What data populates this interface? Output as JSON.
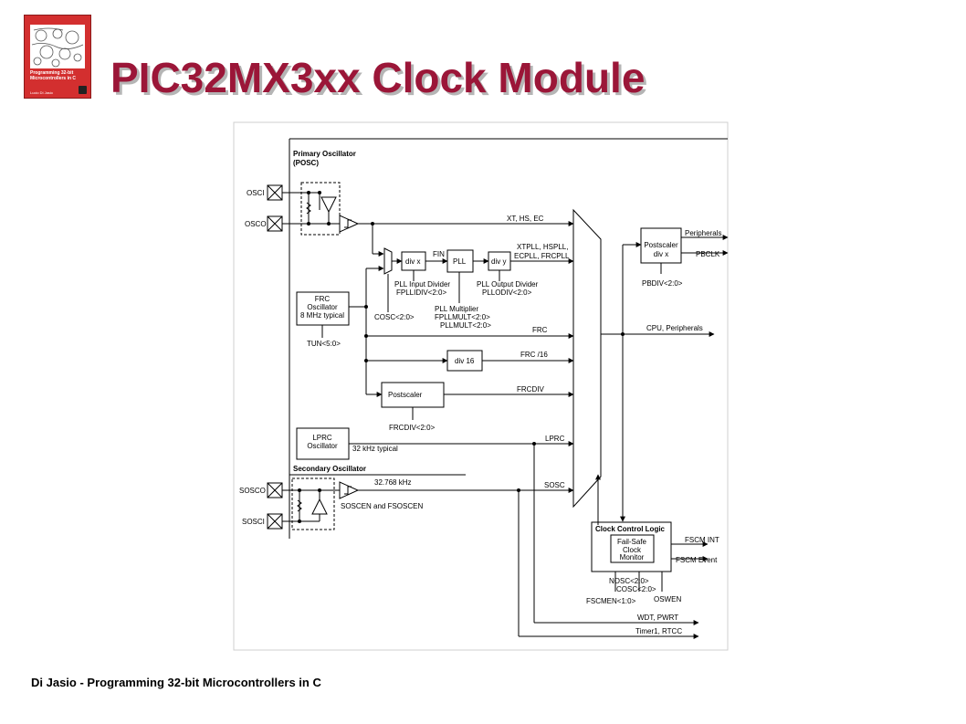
{
  "slide": {
    "title": "PIC32MX3xx  Clock Module",
    "footer": "Di Jasio - Programming 32-bit Microcontrollers in C"
  },
  "book_cover": {
    "title": "Programming 32-bit Microcontrollers in C",
    "subtitle": "Exploring the PIC32",
    "author": "Lucio Di Jasio",
    "color": "#d32f2f"
  },
  "colors": {
    "title": "#9b1638",
    "title_shadow": "#b5b5b5"
  },
  "diagram": {
    "primary_osc": "Primary Oscillator",
    "primary_osc_abbr": "(POSC)",
    "pin_osci": "OSCI",
    "pin_osco": "OSCO",
    "xt_hs_ec": "XT, HS, EC",
    "div_x": "div x",
    "fin": "FIN",
    "pll": "PLL",
    "div_y": "div y",
    "xtpll_line1": "XTPLL, HSPLL,",
    "xtpll_line2": "ECPLL, FRCPLL",
    "pll_input_divider": "PLL Input Divider",
    "fpllidiv": "FPLLIDIV<2:0>",
    "pll_output_divider": "PLL Output Divider",
    "pllodiv": "PLLODIV<2:0>",
    "pll_multiplier": "PLL Multiplier",
    "fpllmult": "FPLLMULT<2:0>",
    "pllmult": "PLLMULT<2:0>",
    "cosc_mux": "COSC<2:0>",
    "frc_osc_l1": "FRC",
    "frc_osc_l2": "Oscillator",
    "frc_osc_l3": "8 MHz typical",
    "tun": "TUN<5:0>",
    "frc": "FRC",
    "div16": "div 16",
    "frc16": "FRC /16",
    "postscaler": "Postscaler",
    "frcdiv": "FRCDIV",
    "frcdiv_bits": "FRCDIV<2:0>",
    "lprc_l1": "LPRC",
    "lprc_l2": "Oscillator",
    "khz32": "32 kHz typical",
    "lprc": "LPRC",
    "secondary_osc": "Secondary Oscillator",
    "pin_sosco": "SOSCO",
    "pin_sosci": "SOSCI",
    "khz32768": "32.768 kHz",
    "sosc": "SOSC",
    "soscen": "SOSCEN and FSOSCEN",
    "pb_postscaler": "Postscaler",
    "pb_divx": "div x",
    "peripherals": "Peripherals",
    "pbclk": "PBCLK",
    "pbdiv": "PBDIV<2:0>",
    "cpu_peripherals": "CPU, Peripherals",
    "clock_control": "Clock Control Logic",
    "failsafe_l1": "Fail-Safe",
    "failsafe_l2": "Clock",
    "failsafe_l3": "Monitor",
    "fscm_int": "FSCM INT",
    "fscm_event": "FSCM Event",
    "nosc": "NOSC<2:0>",
    "cosc": "COSC<2:0>",
    "fscmen": "FSCMEN<1:0>",
    "oswen": "OSWEN",
    "wdt_pwrt": "WDT, PWRT",
    "timer1_rtcc": "Timer1, RTCC"
  }
}
